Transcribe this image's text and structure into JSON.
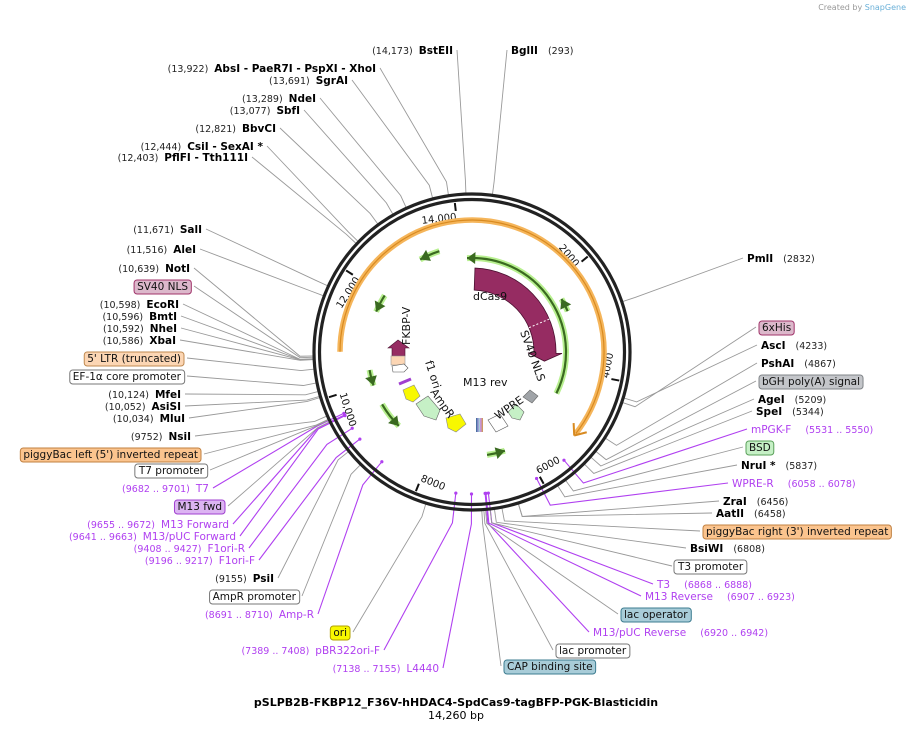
{
  "credit": {
    "prefix": "Created by",
    "brand": "SnapGene"
  },
  "title": "pSLPB2B-FKBP12_F36V-hHDAC4-SpdCas9-tagBFP-PGK-Blasticidin",
  "length": "14,260 bp",
  "ticks": [
    "2000",
    "4000",
    "6000",
    "8000",
    "10,000",
    "12,000",
    "14,000"
  ],
  "enzymes": [
    {
      "pos": "(14,173)",
      "name": "BstEII"
    },
    {
      "pos": "(293)",
      "name": "BglII"
    },
    {
      "pos": "(13,922)",
      "name": "AbsI  - PaeR7I  - PspXI  - XhoI"
    },
    {
      "pos": "(13,691)",
      "name": "SgrAI"
    },
    {
      "pos": "(13,289)",
      "name": "NdeI"
    },
    {
      "pos": "(13,077)",
      "name": "SbfI"
    },
    {
      "pos": "(12,821)",
      "name": "BbvCI"
    },
    {
      "pos": "(12,444)",
      "name": "CsiI  - SexAI *"
    },
    {
      "pos": "(12,403)",
      "name": "PflFI  - Tth111I"
    },
    {
      "pos": "(11,671)",
      "name": "SalI"
    },
    {
      "pos": "(11,516)",
      "name": "AleI"
    },
    {
      "pos": "(10,639)",
      "name": "NotI"
    },
    {
      "pos": "(10,598)",
      "name": "EcoRI"
    },
    {
      "pos": "(10,596)",
      "name": "BmtI"
    },
    {
      "pos": "(10,592)",
      "name": "NheI"
    },
    {
      "pos": "(10,586)",
      "name": "XbaI"
    },
    {
      "pos": "(10,124)",
      "name": "MfeI"
    },
    {
      "pos": "(10,052)",
      "name": "AsiSI"
    },
    {
      "pos": "(10,034)",
      "name": "MluI"
    },
    {
      "pos": "(9752)",
      "name": "NsiI"
    },
    {
      "pos": "(9155)",
      "name": "PsiI"
    },
    {
      "pos": "(2832)",
      "name": "PmlI"
    },
    {
      "pos": "(4233)",
      "name": "AscI"
    },
    {
      "pos": "(4867)",
      "name": "PshAI"
    },
    {
      "pos": "(5209)",
      "name": "AgeI"
    },
    {
      "pos": "(5344)",
      "name": "SpeI"
    },
    {
      "pos": "(5837)",
      "name": "NruI *"
    },
    {
      "pos": "(6456)",
      "name": "ZraI"
    },
    {
      "pos": "(6458)",
      "name": "AatII"
    },
    {
      "pos": "(6808)",
      "name": "BsiWI"
    }
  ],
  "features": [
    {
      "label": "SV40 NLS",
      "fill": "#dcb8cb",
      "stroke": "#a0336a"
    },
    {
      "label": "5' LTR (truncated)",
      "fill": "#fcd6b4",
      "stroke": "#c08a50"
    },
    {
      "label": "EF-1α core promoter",
      "fill": "#ffffff",
      "stroke": "#777777"
    },
    {
      "label": "piggyBac left (5') inverted repeat",
      "fill": "#fbc48e",
      "stroke": "#c08040"
    },
    {
      "label": "T7 promoter",
      "fill": "#ffffff",
      "stroke": "#777777"
    },
    {
      "label": "M13 fwd",
      "fill": "#dcb4f2",
      "stroke": "#a040d0"
    },
    {
      "label": "AmpR promoter",
      "fill": "#ffffff",
      "stroke": "#777777"
    },
    {
      "label": "ori",
      "fill": "#f8f800",
      "stroke": "#b0a000"
    },
    {
      "label": "CAP binding site",
      "fill": "#a8ccd8",
      "stroke": "#3c7c90"
    },
    {
      "label": "lac promoter",
      "fill": "#ffffff",
      "stroke": "#777777"
    },
    {
      "label": "lac operator",
      "fill": "#a8ccd8",
      "stroke": "#3c7c90"
    },
    {
      "label": "T3 promoter",
      "fill": "#ffffff",
      "stroke": "#777777"
    },
    {
      "label": "piggyBac right (3') inverted repeat",
      "fill": "#fbc48e",
      "stroke": "#c08040"
    },
    {
      "label": "BSD",
      "fill": "#c6f0c6",
      "stroke": "#5aa05a"
    },
    {
      "label": "bGH poly(A) signal",
      "fill": "#c4c6ca",
      "stroke": "#808488"
    },
    {
      "label": "6xHis",
      "fill": "#dcb8cb",
      "stroke": "#a0336a"
    }
  ],
  "primers": [
    {
      "name": "T7",
      "range": "(9682 .. 9701)"
    },
    {
      "name": "M13 Forward",
      "range": "(9655 .. 9672)"
    },
    {
      "name": "M13/pUC Forward",
      "range": "(9641 .. 9663)"
    },
    {
      "name": "F1ori-R",
      "range": "(9408 .. 9427)"
    },
    {
      "name": "F1ori-F",
      "range": "(9196 .. 9217)"
    },
    {
      "name": "Amp-R",
      "range": "(8691 .. 8710)"
    },
    {
      "name": "pBR322ori-F",
      "range": "(7389 .. 7408)"
    },
    {
      "name": "L4440",
      "range": "(7138 .. 7155)"
    },
    {
      "name": "M13/pUC Reverse",
      "range": "(6920 .. 6942)"
    },
    {
      "name": "M13 Reverse",
      "range": "(6907 .. 6923)"
    },
    {
      "name": "T3",
      "range": "(6868 .. 6888)"
    },
    {
      "name": "WPRE-R",
      "range": "(6058 .. 6078)"
    },
    {
      "name": "mPGK-F",
      "range": "(5531 .. 5550)"
    }
  ],
  "inner_labels": [
    "dCas9",
    "SV40 NLS",
    "FKBP-V",
    "f1 ori",
    "AmpR",
    "M13 rev",
    "WPRE"
  ],
  "colors": {
    "backbone": "#222222",
    "orange_arc": "#f5b55a",
    "green_arrow": "#3a6a20",
    "green_glow": "#b8f090",
    "dcas9": "#962c62",
    "primer": "#b040f0"
  }
}
